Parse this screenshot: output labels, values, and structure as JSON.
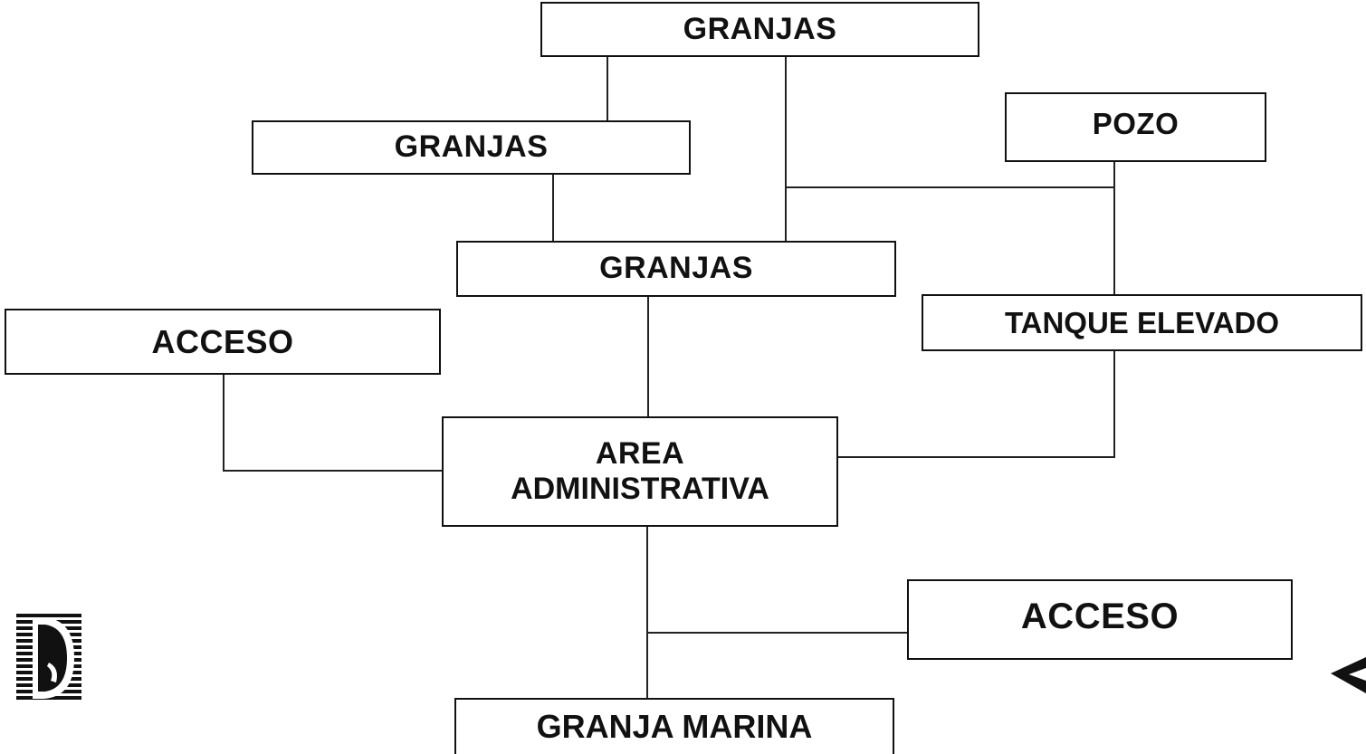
{
  "diagram": {
    "nodes": {
      "granjas_top": "GRANJAS",
      "granjas_mid": "GRANJAS",
      "granjas_center": "GRANJAS",
      "pozo": "POZO",
      "tanque_elevado": "TANQUE ELEVADO",
      "acceso_left": "ACCESO",
      "area_admin_line1": "AREA",
      "area_admin_line2": "ADMINISTRATIVA",
      "acceso_right": "ACCESO",
      "granja_marina": "GRANJA MARINA"
    },
    "edges": [
      [
        "granjas_top",
        "granjas_mid"
      ],
      [
        "granjas_top",
        "granjas_center"
      ],
      [
        "granjas_mid",
        "granjas_center"
      ],
      [
        "granjas_top",
        "pozo"
      ],
      [
        "pozo",
        "tanque_elevado"
      ],
      [
        "granjas_center",
        "area_admin"
      ],
      [
        "acceso_left",
        "area_admin"
      ],
      [
        "tanque_elevado",
        "area_admin"
      ],
      [
        "area_admin",
        "acceso_right"
      ],
      [
        "area_admin",
        "granja_marina"
      ]
    ],
    "colors": {
      "ink": "#111111",
      "background": "#ffffff"
    },
    "icons": {
      "corner_logo": "logo-icon",
      "right_edge_mark": "arrow-mark-icon"
    }
  }
}
